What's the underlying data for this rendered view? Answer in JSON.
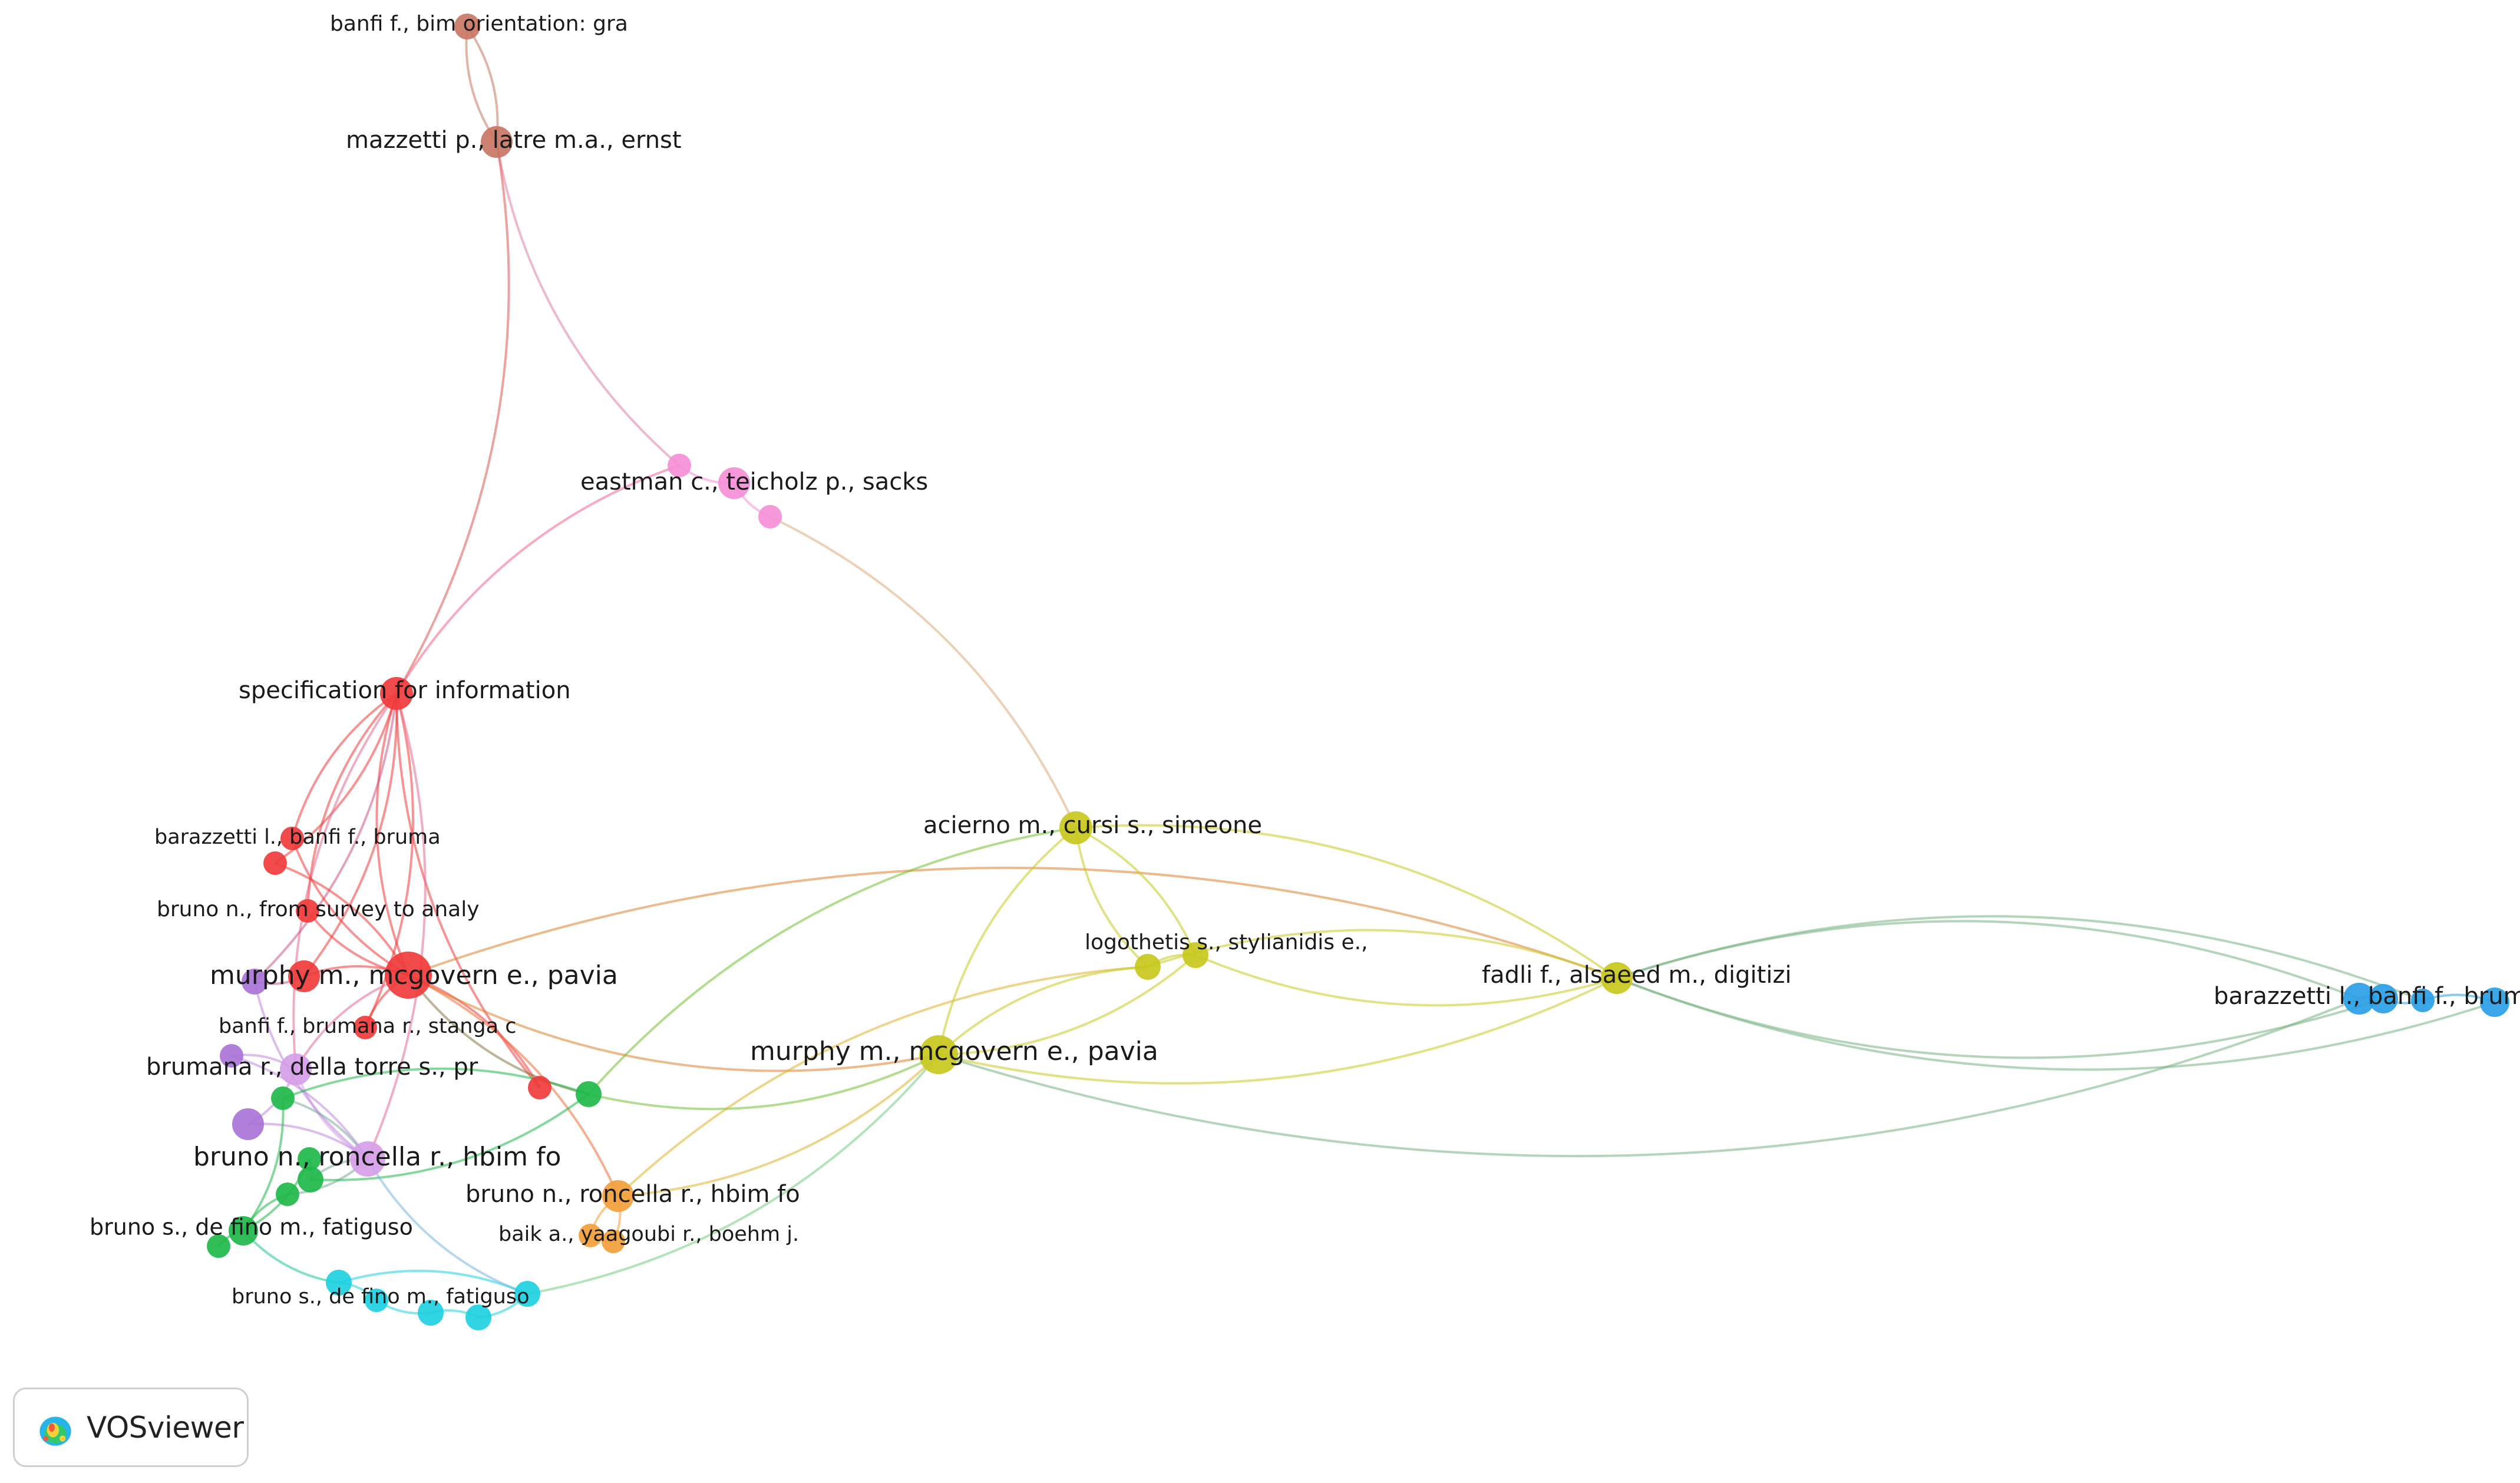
{
  "branding": {
    "logo_text": "VOSviewer"
  },
  "colors": {
    "red": "#f03b3b",
    "salmon": "#c97664",
    "pink": "#f58fd6",
    "purple": "#a874d6",
    "lilac": "#d69ee8",
    "green": "#1fb84a",
    "orange": "#f3a03b",
    "cyan": "#1ed0e0",
    "olive": "#c8c820",
    "blue": "#2a9fe6"
  },
  "nodes": [
    {
      "id": "banfi_bim",
      "label": "banfi f., bim orientation: gra",
      "color": "salmon"
    },
    {
      "id": "mazzetti",
      "label": "mazzetti p., latre m.a., ernst",
      "color": "salmon"
    },
    {
      "id": "eastman",
      "label": "eastman c., teicholz p., sacks",
      "color": "pink"
    },
    {
      "id": "eastman_a",
      "label": "",
      "color": "pink"
    },
    {
      "id": "eastman_b",
      "label": "",
      "color": "pink"
    },
    {
      "id": "spec",
      "label": "specification for information",
      "color": "red"
    },
    {
      "id": "barazzetti_r",
      "label": "barazzetti l., banfi f., bruma",
      "color": "red"
    },
    {
      "id": "barazzetti_r2",
      "label": "",
      "color": "red"
    },
    {
      "id": "bruno_survey",
      "label": "bruno n., from survey to analy",
      "color": "red"
    },
    {
      "id": "murphy_r",
      "label": "murphy m., mcgovern e., pavia",
      "color": "red"
    },
    {
      "id": "murphy_r_big",
      "label": "",
      "color": "red"
    },
    {
      "id": "banfi_brumana",
      "label": "banfi f., brumana r., stanga c",
      "color": "red"
    },
    {
      "id": "red_c",
      "label": "",
      "color": "red"
    },
    {
      "id": "purple_a",
      "label": "",
      "color": "purple"
    },
    {
      "id": "brumana",
      "label": "brumana r., della torre s., pr",
      "color": "lilac"
    },
    {
      "id": "purple_b",
      "label": "",
      "color": "purple"
    },
    {
      "id": "purple_c",
      "label": "",
      "color": "purple"
    },
    {
      "id": "bruno_hbim_l",
      "label": "bruno n., roncella r., hbim fo",
      "color": "lilac"
    },
    {
      "id": "green_a",
      "label": "",
      "color": "green"
    },
    {
      "id": "green_b",
      "label": "",
      "color": "green"
    },
    {
      "id": "green_c",
      "label": "",
      "color": "green"
    },
    {
      "id": "green_d",
      "label": "",
      "color": "green"
    },
    {
      "id": "green_e",
      "label": "",
      "color": "green"
    },
    {
      "id": "bruno_s",
      "label": "bruno s., de fino m., fatiguso",
      "color": "green"
    },
    {
      "id": "green_f",
      "label": "",
      "color": "green"
    },
    {
      "id": "bruno_hbim_o",
      "label": "bruno n., roncella r., hbim fo",
      "color": "orange"
    },
    {
      "id": "baik",
      "label": "baik a., yaagoubi r., boehm j.",
      "color": "orange"
    },
    {
      "id": "orange_b",
      "label": "",
      "color": "orange"
    },
    {
      "id": "bruno_s_c",
      "label": "bruno s., de fino m., fatiguso",
      "color": "cyan"
    },
    {
      "id": "cyan_a",
      "label": "",
      "color": "cyan"
    },
    {
      "id": "cyan_b",
      "label": "",
      "color": "cyan"
    },
    {
      "id": "cyan_c",
      "label": "",
      "color": "cyan"
    },
    {
      "id": "cyan_d",
      "label": "",
      "color": "cyan"
    },
    {
      "id": "acierno",
      "label": "acierno m., cursi s., simeone",
      "color": "olive"
    },
    {
      "id": "logothetis",
      "label": "logothetis s., stylianidis e.,",
      "color": "olive"
    },
    {
      "id": "olive_a",
      "label": "",
      "color": "olive"
    },
    {
      "id": "murphy_y",
      "label": "murphy m., mcgovern e., pavia",
      "color": "olive"
    },
    {
      "id": "fadli",
      "label": "fadli f., alsaeed m., digitizi",
      "color": "olive"
    },
    {
      "id": "barazzetti_b",
      "label": "barazzetti l., banfi f., bruma",
      "color": "blue"
    },
    {
      "id": "blue_a",
      "label": "",
      "color": "blue"
    },
    {
      "id": "blue_b",
      "label": "",
      "color": "blue"
    },
    {
      "id": "blue_c",
      "label": "",
      "color": "blue"
    }
  ],
  "links": [
    [
      "banfi_bim",
      "mazzetti"
    ],
    [
      "banfi_bim",
      "mazzetti"
    ],
    [
      "mazzetti",
      "eastman_a"
    ],
    [
      "mazzetti",
      "spec"
    ],
    [
      "eastman_a",
      "spec"
    ],
    [
      "eastman",
      "eastman_a"
    ],
    [
      "eastman",
      "eastman_b"
    ],
    [
      "eastman_b",
      "acierno"
    ],
    [
      "spec",
      "barazzetti_r"
    ],
    [
      "spec",
      "barazzetti_r2"
    ],
    [
      "spec",
      "bruno_survey"
    ],
    [
      "spec",
      "murphy_r"
    ],
    [
      "spec",
      "murphy_r_big"
    ],
    [
      "spec",
      "banfi_brumana"
    ],
    [
      "spec",
      "brumana"
    ],
    [
      "spec",
      "purple_a"
    ],
    [
      "spec",
      "red_c"
    ],
    [
      "spec",
      "bruno_hbim_l"
    ],
    [
      "barazzetti_r",
      "murphy_r_big"
    ],
    [
      "barazzetti_r2",
      "murphy_r_big"
    ],
    [
      "bruno_survey",
      "murphy_r_big"
    ],
    [
      "murphy_r",
      "murphy_r_big"
    ],
    [
      "murphy_r_big",
      "banfi_brumana"
    ],
    [
      "murphy_r_big",
      "red_c"
    ],
    [
      "murphy_r_big",
      "brumana"
    ],
    [
      "murphy_r_big",
      "fadli"
    ],
    [
      "murphy_r_big",
      "murphy_y"
    ],
    [
      "murphy_r_big",
      "bruno_hbim_o"
    ],
    [
      "murphy_r_big",
      "green_c"
    ],
    [
      "murphy_r",
      "purple_a"
    ],
    [
      "brumana",
      "purple_b"
    ],
    [
      "brumana",
      "purple_c"
    ],
    [
      "brumana",
      "bruno_hbim_l"
    ],
    [
      "purple_c",
      "bruno_hbim_l"
    ],
    [
      "purple_a",
      "bruno_hbim_l"
    ],
    [
      "purple_b",
      "bruno_hbim_l"
    ],
    [
      "bruno_hbim_l",
      "green_a"
    ],
    [
      "bruno_hbim_l",
      "green_b"
    ],
    [
      "bruno_hbim_l",
      "green_d"
    ],
    [
      "green_c",
      "green_d"
    ],
    [
      "green_c",
      "murphy_y"
    ],
    [
      "green_c",
      "acierno"
    ],
    [
      "green_d",
      "green_e"
    ],
    [
      "green_e",
      "bruno_s"
    ],
    [
      "bruno_s",
      "green_f"
    ],
    [
      "green_a",
      "bruno_s"
    ],
    [
      "green_b",
      "bruno_s"
    ],
    [
      "green_a",
      "green_c"
    ],
    [
      "bruno_s",
      "cyan_a"
    ],
    [
      "cyan_a",
      "cyan_b"
    ],
    [
      "cyan_b",
      "cyan_c"
    ],
    [
      "cyan_c",
      "cyan_d"
    ],
    [
      "cyan_d",
      "bruno_s_c"
    ],
    [
      "cyan_a",
      "bruno_s_c"
    ],
    [
      "bruno_s_c",
      "murphy_y"
    ],
    [
      "bruno_s_c",
      "bruno_hbim_l"
    ],
    [
      "bruno_hbim_o",
      "baik"
    ],
    [
      "bruno_hbim_o",
      "orange_b"
    ],
    [
      "baik",
      "orange_b"
    ],
    [
      "bruno_hbim_o",
      "olive_a"
    ],
    [
      "bruno_hbim_o",
      "murphy_y"
    ],
    [
      "murphy_y",
      "acierno"
    ],
    [
      "murphy_y",
      "logothetis"
    ],
    [
      "murphy_y",
      "olive_a"
    ],
    [
      "murphy_y",
      "fadli"
    ],
    [
      "acierno",
      "logothetis"
    ],
    [
      "acierno",
      "olive_a"
    ],
    [
      "acierno",
      "fadli"
    ],
    [
      "logothetis",
      "fadli"
    ],
    [
      "olive_a",
      "fadli"
    ],
    [
      "logothetis",
      "olive_a"
    ],
    [
      "fadli",
      "barazzetti_b"
    ],
    [
      "fadli",
      "blue_a"
    ],
    [
      "fadli",
      "blue_b"
    ],
    [
      "fadli",
      "blue_c"
    ],
    [
      "barazzetti_b",
      "blue_a"
    ],
    [
      "blue_a",
      "blue_b"
    ],
    [
      "blue_b",
      "blue_c"
    ],
    [
      "murphy_y",
      "barazzetti_b"
    ]
  ]
}
